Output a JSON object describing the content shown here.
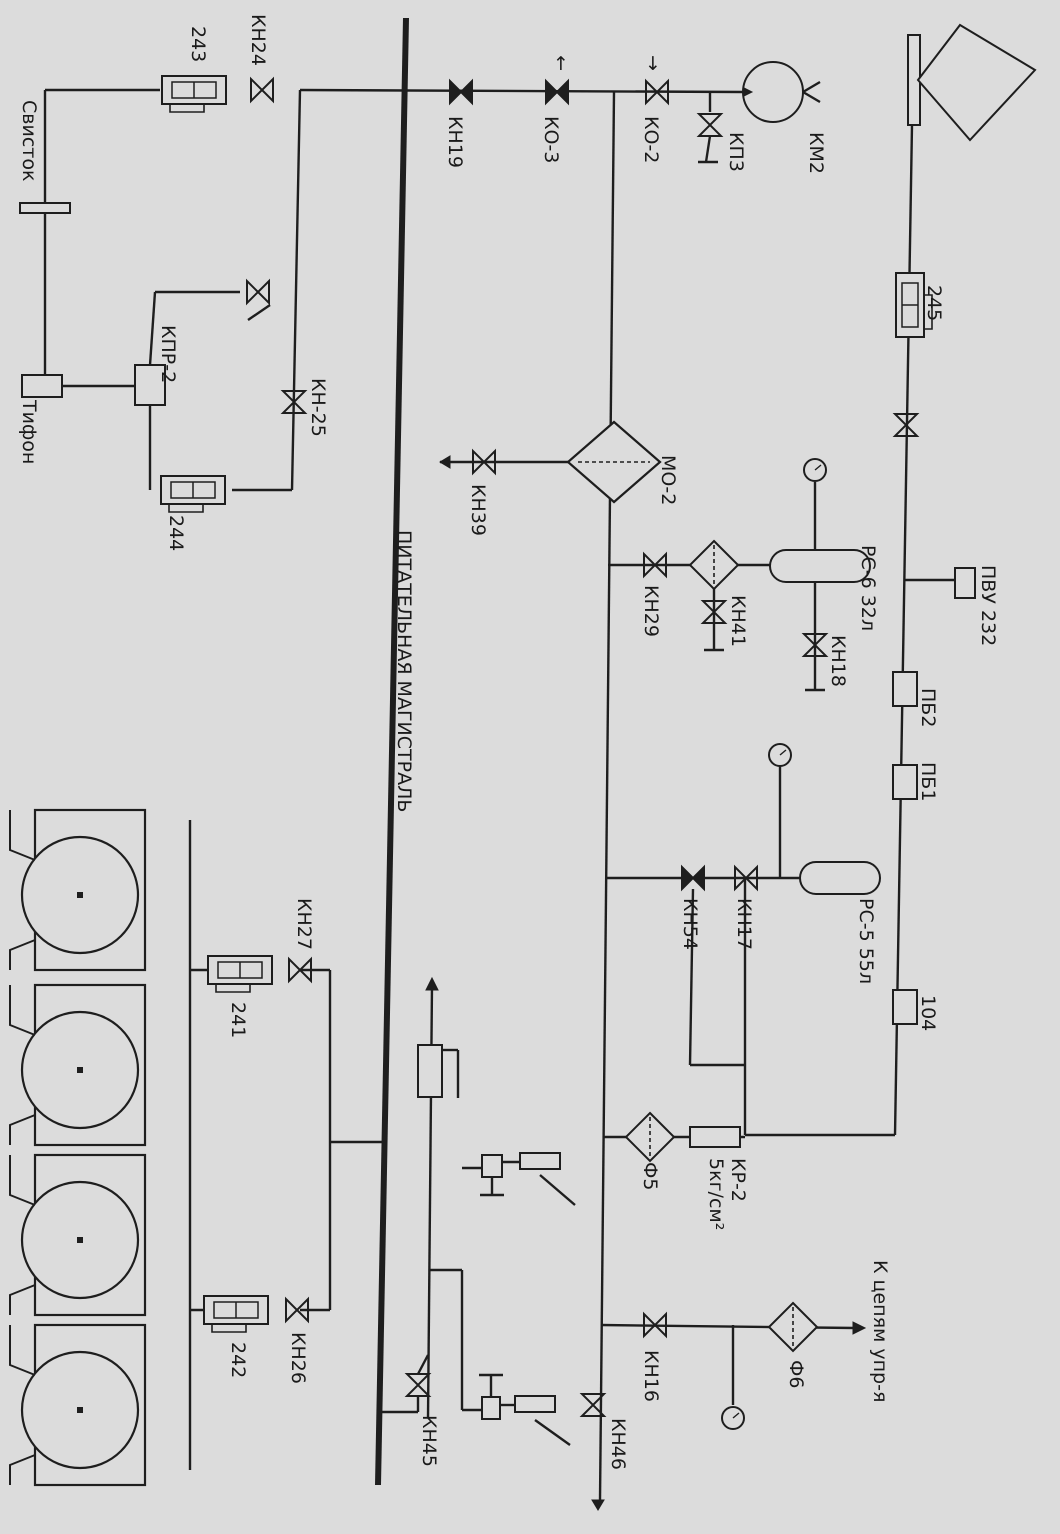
{
  "diagram": {
    "trunk_label": "ПИТАТЕЛЬНАЯ МАГИСТРАЛЬ",
    "labels": {
      "km2": "КМ2",
      "kp3": "КП3",
      "ko2": "КО-2",
      "ko3": "КО-3",
      "kn19": "КН19",
      "kn24": "КН24",
      "n243": "243",
      "svistok": "Свисток",
      "tifon": "Тифон",
      "kpr2": "КПР-2",
      "kn25": "КН-25",
      "n244": "244",
      "kn39": "КН39",
      "mo2": "МО-2",
      "kn29": "КН29",
      "kn41": "КН41",
      "rs6": "РС-6 32л",
      "kn18": "КН18",
      "n245": "245",
      "pvu": "ПВУ 232",
      "pb2": "ПБ2",
      "pb1": "ПБ1",
      "n104": "104",
      "rs5": "РС-5 55л",
      "kn17": "КН17",
      "kn54": "КН54",
      "kr2": "КР-2",
      "kr2_pressure": "5кг/см²",
      "f5": "Ф5",
      "f6": "Ф6",
      "kn16": "КН16",
      "kn46": "КН46",
      "kn45": "КН45",
      "kn26": "КН26",
      "kn27": "КН27",
      "n241": "241",
      "n242": "242",
      "to_circuits": "К цепям упр-я"
    }
  }
}
